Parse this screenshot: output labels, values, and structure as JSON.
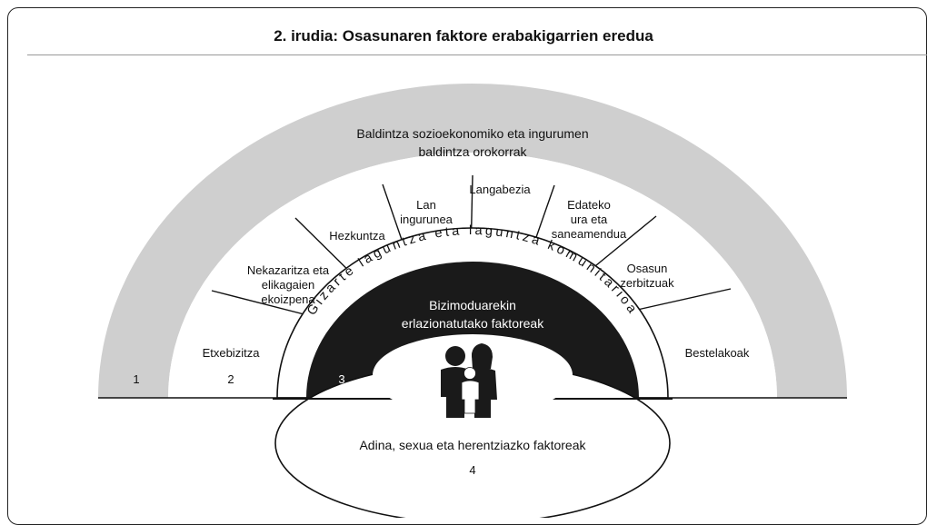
{
  "title": "2. irudia: Osasunaren faktore erabakigarrien eredua",
  "outer_layer": {
    "line1": "Baldintza sozioekonomiko eta ingurumen",
    "line2": "baldintza orokorrak",
    "number": "1"
  },
  "living_conditions": {
    "number": "2",
    "sectors": [
      {
        "lines": [
          "Etxebizitza"
        ]
      },
      {
        "lines": [
          "Nekazaritza eta",
          "elikagaien",
          "ekoizpena"
        ]
      },
      {
        "lines": [
          "Hezkuntza"
        ]
      },
      {
        "lines": [
          "Lan",
          "ingurunea"
        ]
      },
      {
        "lines": [
          "Langabezia"
        ]
      },
      {
        "lines": [
          "Edateko",
          "ura eta",
          "saneamendua"
        ]
      },
      {
        "lines": [
          "Osasun",
          "zerbitzuak"
        ]
      },
      {
        "lines": [
          "Bestelakoak"
        ]
      }
    ]
  },
  "community_layer": {
    "arc_text": "Gizarte laguntza eta laguntza komunitarioa"
  },
  "lifestyle_layer": {
    "line1": "Bizimoduarekin",
    "line2": "erlazionatutako faktoreak",
    "number": "3"
  },
  "core": {
    "line1": "Adina, sexua eta herentziazko faktoreak",
    "number": "4",
    "icon": "family-icon"
  },
  "colors": {
    "outer": "#cfcfcf",
    "lifestyle": "#1a1a1a",
    "line": "#111111",
    "white": "#ffffff"
  }
}
